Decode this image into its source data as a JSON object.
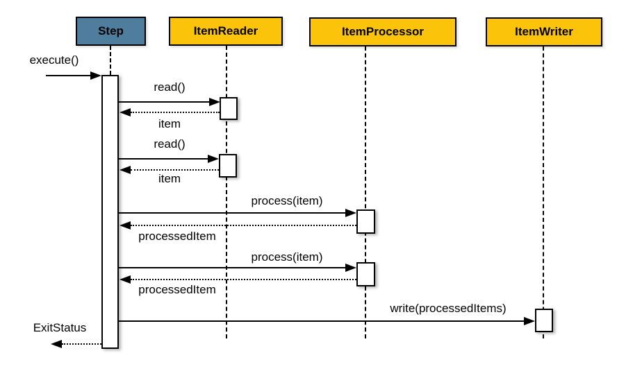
{
  "diagram": {
    "type": "uml-sequence-diagram",
    "colors": {
      "step_header_fill": "#4e7d9d",
      "participant_header_fill": "#fcc30b",
      "line": "#000000",
      "background": "#ffffff"
    },
    "participants": [
      {
        "id": "step",
        "label": "Step"
      },
      {
        "id": "item-reader",
        "label": "ItemReader"
      },
      {
        "id": "item-processor",
        "label": "ItemProcessor"
      },
      {
        "id": "item-writer",
        "label": "ItemWriter"
      }
    ],
    "messages": [
      {
        "label": "execute()",
        "from": "caller",
        "to": "Step",
        "style": "solid"
      },
      {
        "label": "read()",
        "from": "Step",
        "to": "ItemReader",
        "style": "solid"
      },
      {
        "label": "item",
        "from": "ItemReader",
        "to": "Step",
        "style": "dotted"
      },
      {
        "label": "read()",
        "from": "Step",
        "to": "ItemReader",
        "style": "solid"
      },
      {
        "label": "item",
        "from": "ItemReader",
        "to": "Step",
        "style": "dotted"
      },
      {
        "label": "process(item)",
        "from": "Step",
        "to": "ItemProcessor",
        "style": "solid"
      },
      {
        "label": "processedItem",
        "from": "ItemProcessor",
        "to": "Step",
        "style": "dotted"
      },
      {
        "label": "process(item)",
        "from": "Step",
        "to": "ItemProcessor",
        "style": "solid"
      },
      {
        "label": "processedItem",
        "from": "ItemProcessor",
        "to": "Step",
        "style": "dotted"
      },
      {
        "label": "write(processedItems)",
        "from": "Step",
        "to": "ItemWriter",
        "style": "solid"
      },
      {
        "label": "ExitStatus",
        "from": "Step",
        "to": "caller",
        "style": "dotted"
      }
    ]
  }
}
